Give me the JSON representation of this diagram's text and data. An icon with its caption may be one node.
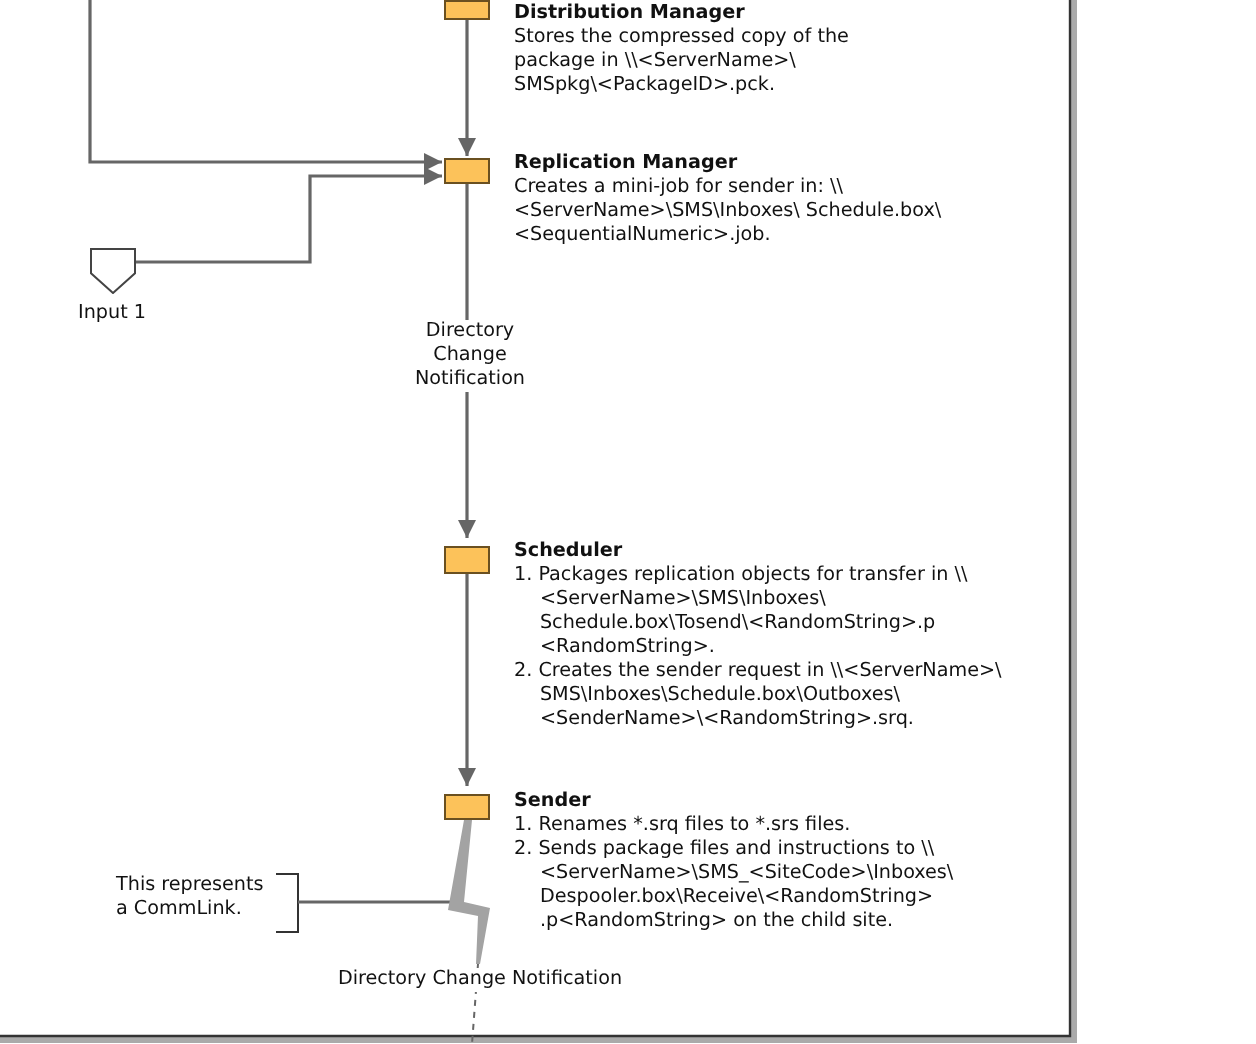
{
  "diagram": {
    "nodes": [
      {
        "text": [
          "Distribution Manager",
          "Stores the compressed copy of the package in \\\\<ServerName>\\ SMSpkg\\<PackageID>.pck."
        ]
      },
      {
        "text": [
          "Replication Manager",
          "Creates a mini-job for sender in: \\\\<ServerName>\\SMS\\Inboxes\\ Schedule.box\\<SequentialNumeric>.job."
        ]
      },
      {
        "text": [
          "Input 1"
        ]
      },
      {
        "text": [
          "Scheduler",
          "1. Packages replication objects for transfer in \\\\<ServerName>\\SMS\\Inboxes\\ Schedule.box\\Tosend\\<RandomString>.p <RandomString>.",
          "2. Creates the sender request in \\\\<ServerName>\\ SMS\\Inboxes\\Schedule.box\\Outboxes\\ <SenderName>\\<RandomString>.srq."
        ]
      },
      {
        "text": [
          "Sender",
          "1. Renames *.srq files to *.srs files.",
          "2. Sends package files and instructions to \\\\<ServerName>\\SMS_<SiteCode>\\Inboxes\\ Despooler.box\\Receive\\<RandomString> .p<RandomString> on the child site."
        ]
      },
      {
        "text": [
          "This represents a CommLink."
        ]
      },
      {
        "text": [],
        "shape": "lightning"
      }
    ],
    "edges": [
      {
        "from": 0,
        "to": 1,
        "arrow": "to"
      },
      {
        "from": null,
        "to": 1,
        "arrow": "to"
      },
      {
        "from": 2,
        "to": 1,
        "arrow": "to"
      },
      {
        "from": 1,
        "to": 3,
        "arrow": "to",
        "label": "Directory Change Notification"
      },
      {
        "from": 3,
        "to": 4,
        "arrow": "to"
      },
      {
        "from": 5,
        "to": 6,
        "arrow": "none"
      },
      {
        "from": 6,
        "to": null,
        "arrow": "none",
        "style": "dashed",
        "label": "Directory Change Notification"
      }
    ]
  }
}
